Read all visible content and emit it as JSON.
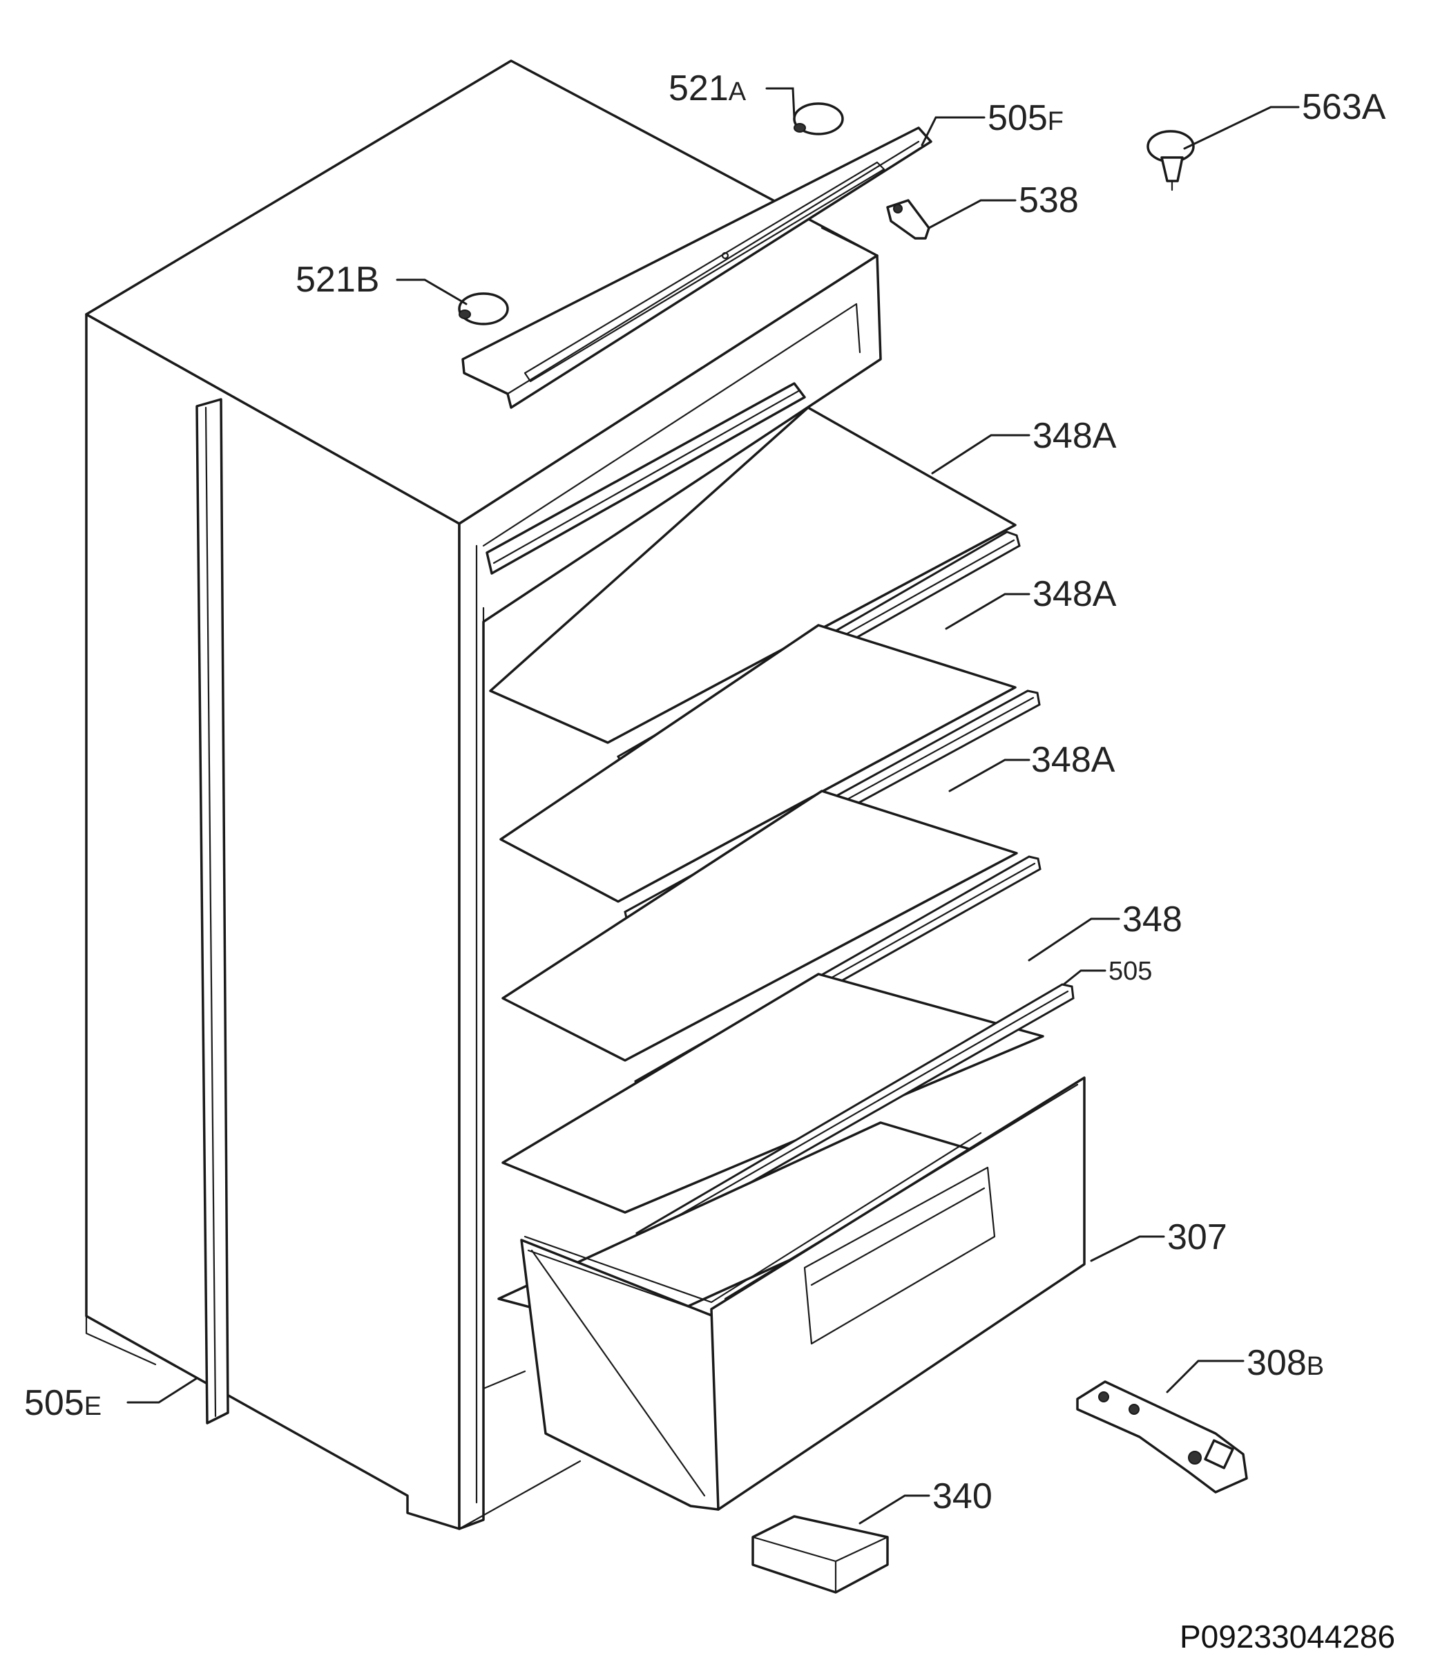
{
  "diagram": {
    "parts": [
      {
        "id": "p521A",
        "main": "521",
        "suffix": "A"
      },
      {
        "id": "p505F",
        "main": "505",
        "suffix": "F"
      },
      {
        "id": "p563A",
        "main": "563A",
        "suffix": ""
      },
      {
        "id": "p538",
        "main": "538",
        "suffix": ""
      },
      {
        "id": "p521B",
        "main": "521B",
        "suffix": ""
      },
      {
        "id": "p348A_1",
        "main": "348A",
        "suffix": ""
      },
      {
        "id": "p348A_2",
        "main": "348A",
        "suffix": ""
      },
      {
        "id": "p348A_3",
        "main": "348A",
        "suffix": ""
      },
      {
        "id": "p348",
        "main": "348",
        "suffix": ""
      },
      {
        "id": "p505",
        "main": "505",
        "suffix": ""
      },
      {
        "id": "p307",
        "main": "307",
        "suffix": ""
      },
      {
        "id": "p308B",
        "main": "308",
        "suffix": "B"
      },
      {
        "id": "p505E",
        "main": "505",
        "suffix": "E"
      },
      {
        "id": "p340",
        "main": "340",
        "suffix": ""
      }
    ],
    "drawing_number": "P09233044286"
  }
}
